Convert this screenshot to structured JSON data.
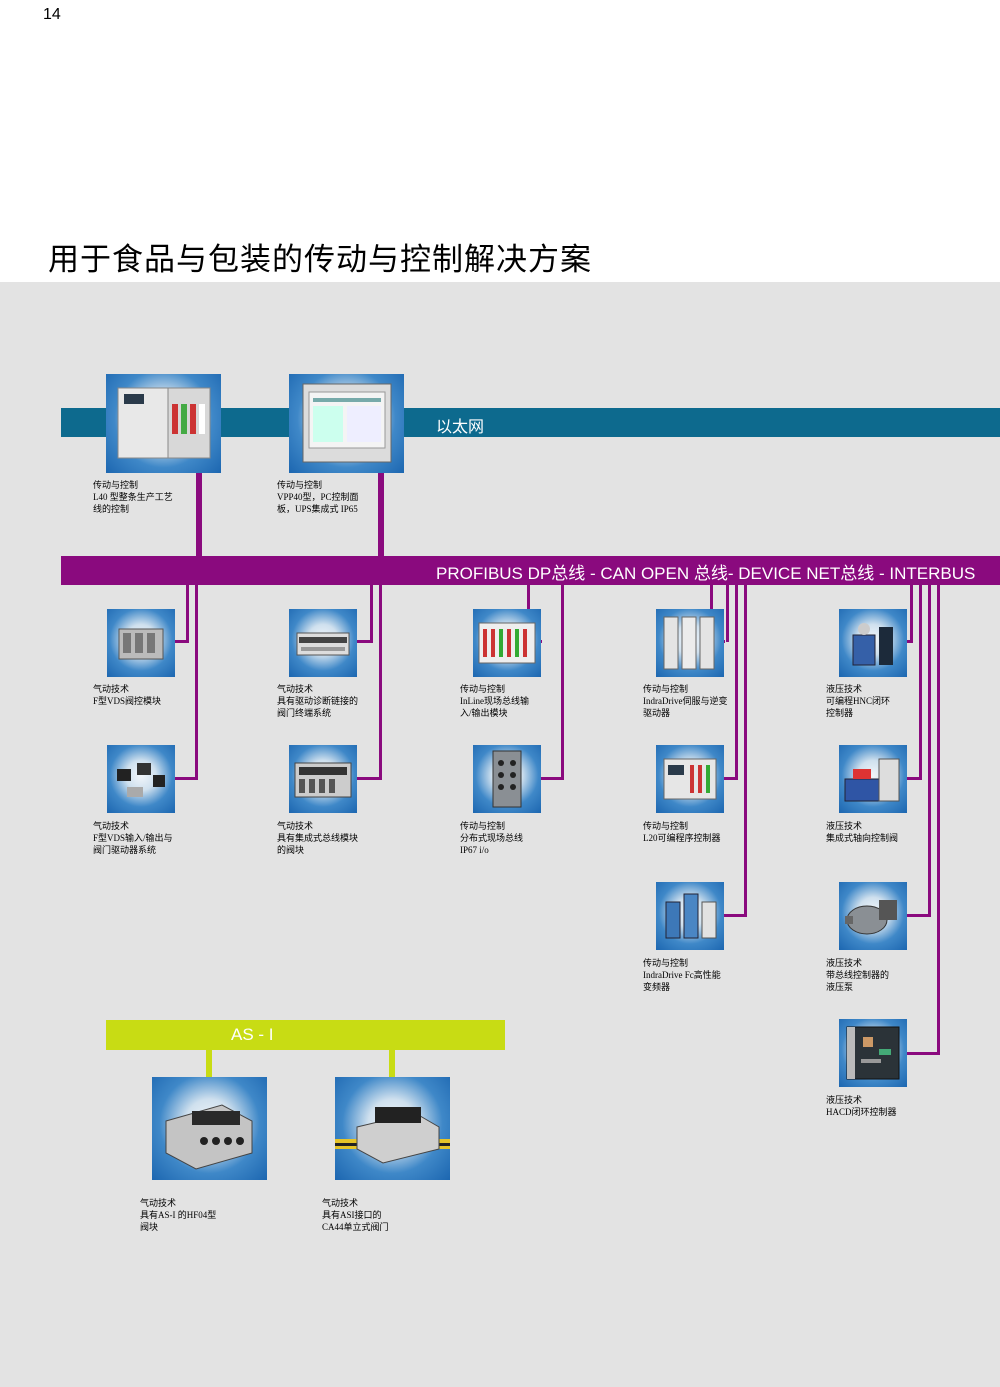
{
  "page_number": "14",
  "title": "用于食品与包装的传动与控制解决方案",
  "buses": {
    "ethernet": {
      "label": "以太网",
      "color": "#0d6a8e"
    },
    "profibus": {
      "label": "PROFIBUS DP总线 - CAN OPEN 总线- DEVICE NET总线 - INTERBUS",
      "color": "#8a0a7e"
    },
    "asi": {
      "label": "AS - I",
      "color": "#c8dc14"
    }
  },
  "products": {
    "l40": {
      "line1": "传动与控制",
      "line2": "L40 型整条生产工艺",
      "line3": "线的控制"
    },
    "vpp40": {
      "line1": "传动与控制",
      "line2": "VPP40型，PC控制面",
      "line3": "板，UPS集成式 IP65"
    },
    "vds_valve": {
      "line1": "气动技术",
      "line2": "F型VDS阀控模块"
    },
    "valve_terminal": {
      "line1": "气动技术",
      "line2": "具有驱动诊断链接的",
      "line3": "阀门终端系统"
    },
    "inline": {
      "line1": "传动与控制",
      "line2": "InLine现场总线输",
      "line3": "入/输出模块"
    },
    "indradrive_servo": {
      "line1": "传动与控制",
      "line2": "IndraDrive伺服与逆变",
      "line3": "驱动器"
    },
    "hnc": {
      "line1": "液压技术",
      "line2": "可编程HNC闭环",
      "line3": "控制器"
    },
    "vds_io": {
      "line1": "气动技术",
      "line2": "F型VDS输入/输出与",
      "line3": "阀门驱动器系统"
    },
    "bus_valve": {
      "line1": "气动技术",
      "line2": "具有集成式总线模块",
      "line3": "的阀块"
    },
    "ip67": {
      "line1": "传动与控制",
      "line2": "分布式现场总线",
      "line3": "IP67 i/o"
    },
    "l20": {
      "line1": "传动与控制",
      "line2": "L20可编程序控制器"
    },
    "axial_valve": {
      "line1": "液压技术",
      "line2": "集成式轴向控制阀"
    },
    "indradrive_fc": {
      "line1": "传动与控制",
      "line2": "IndraDrive Fc高性能",
      "line3": "变频器"
    },
    "pump": {
      "line1": "液压技术",
      "line2": "带总线控制器的",
      "line3": "液压泵"
    },
    "hacd": {
      "line1": "液压技术",
      "line2": "HACD闭环控制器"
    },
    "hf04": {
      "line1": "气动技术",
      "line2": "具有AS-I 的HF04型",
      "line3": "阀块"
    },
    "ca44": {
      "line1": "气动技术",
      "line2": "具有ASI接口的",
      "line3": "CA44单立式阀门"
    }
  }
}
